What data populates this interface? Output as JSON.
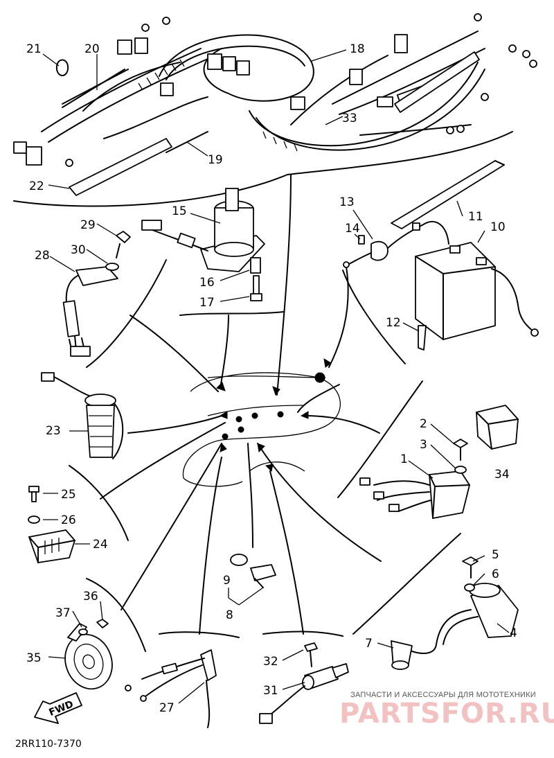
{
  "drawing_code": "2RR110-7370",
  "fwd_label": "FWD",
  "watermark": {
    "subtitle": "ЗАПЧАСТИ И АКСЕССУАРЫ ДЛЯ МОТОТЕХНИКИ",
    "logo": "PARTSFOR.RU"
  },
  "callouts": [
    "1",
    "2",
    "3",
    "4",
    "5",
    "6",
    "7",
    "8",
    "9",
    "10",
    "11",
    "12",
    "13",
    "14",
    "15",
    "16",
    "17",
    "18",
    "19",
    "20",
    "21",
    "22",
    "23",
    "24",
    "25",
    "26",
    "27",
    "28",
    "29",
    "30",
    "31",
    "32",
    "33",
    "34",
    "35",
    "36",
    "37"
  ]
}
